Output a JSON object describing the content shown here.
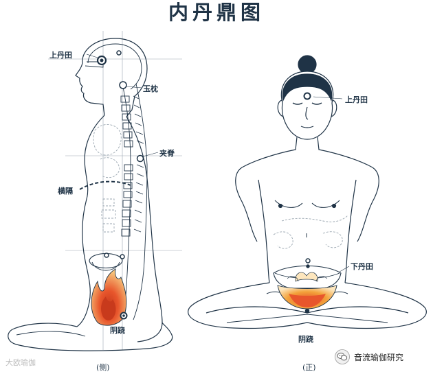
{
  "title": "内丹鼎图",
  "side_labels": {
    "upper_dantian": "上丹田",
    "yuzhen": "玉枕",
    "jiaji": "夹脊",
    "hengge": "横隔",
    "yinqiao": "阴跷",
    "caption": "(侧)"
  },
  "front_labels": {
    "upper_dantian": "上丹田",
    "lower_dantian": "下丹田",
    "yinqiao": "阴跷",
    "caption": "(正)"
  },
  "watermarks": {
    "left": "大欧瑜伽",
    "right": "音流瑜伽研究"
  },
  "icons": [
    "wechat-icon"
  ],
  "colors": {
    "line": "#1f3346",
    "fire_outer": "#f3a23a",
    "fire_inner": "#e8562c",
    "fire_core": "#c83a1c"
  }
}
